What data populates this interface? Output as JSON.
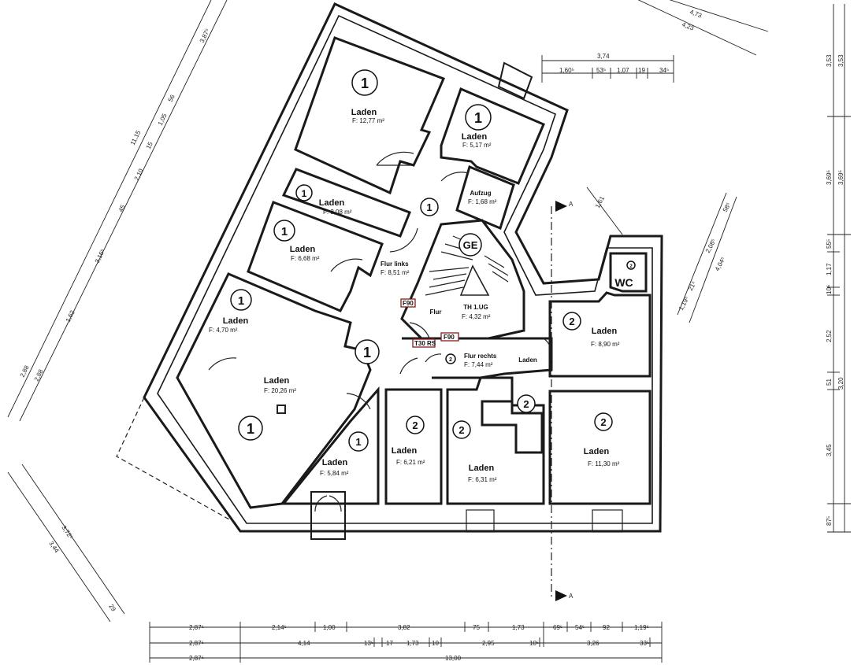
{
  "rooms": [
    {
      "name": "Laden",
      "area": "F:  12,77 m²",
      "unit": "1"
    },
    {
      "name": "Laden",
      "area": "F:          5,17 m²",
      "unit": "1"
    },
    {
      "name": "Laden",
      "area": "F:  3,08 m²",
      "unit": "1"
    },
    {
      "name": "Aufzug",
      "area": "F: 1,68 m²",
      "unit": ""
    },
    {
      "name": "Laden",
      "area": "F:  6,68 m²",
      "unit": "1"
    },
    {
      "name": "Flur links",
      "area": "F: 8,51 m²",
      "unit": "1"
    },
    {
      "name": "Laden",
      "area": "F:          4,70 m²",
      "unit": "1"
    },
    {
      "name": "Flur",
      "area": "",
      "unit": ""
    },
    {
      "name": "TH 1.UG",
      "area": "F: 4,32 m²",
      "unit": "GE"
    },
    {
      "name": "Laden",
      "area": "F:  8,90 m²",
      "unit": "2"
    },
    {
      "name": "WC",
      "area": "",
      "unit": ""
    },
    {
      "name": "Laden",
      "area": "F:          20,26 m²",
      "unit": "1"
    },
    {
      "name": "Flur rechts",
      "area": "F:  7,44 m²",
      "unit": "2"
    },
    {
      "name": "Laden",
      "area": "",
      "unit": "2"
    },
    {
      "name": "Laden",
      "area": "F:  6,21 m²",
      "unit": "2"
    },
    {
      "name": "Laden",
      "area": "F:          6,31 m²",
      "unit": "2"
    },
    {
      "name": "Laden",
      "area": "F: 11,30 m²",
      "unit": "2"
    },
    {
      "name": "Laden",
      "area": "F:  5,84 m²",
      "unit": "1"
    }
  ],
  "labels": {
    "num1": "1",
    "num2": "2",
    "ge": "GE",
    "wc": "WC",
    "wc_small": "2",
    "flur_rechts_small": "2",
    "section_a": "A"
  },
  "fire_doors": [
    "F90",
    "T30 RS",
    "F90"
  ],
  "dims_bottom_row1": [
    "2,87⁵",
    "2,14⁵",
    "1,00",
    "3,82",
    "75",
    "1,73",
    "69⁵",
    "54⁵",
    "92",
    "1,19⁵"
  ],
  "dims_bottom_row2": [
    "2,87⁵",
    "4,14",
    "13⁵",
    "17",
    "1,73",
    "10",
    "2,95",
    "10⁵",
    "3,26",
    "33⁵"
  ],
  "dims_bottom_row3": [
    "2,87⁵",
    "13,00"
  ],
  "dims_top": [
    "3,74",
    "1,60⁵",
    "53⁵",
    "1,07",
    "19",
    "34⁵"
  ],
  "dims_top_right": [
    "4,73",
    "4,23"
  ],
  "dims_right": [
    "3,53",
    "3,53",
    "3,69⁵",
    "3,69⁵",
    "55⁵",
    "1,17",
    "10⁵",
    "2,52",
    "51",
    "3,20",
    "3,45",
    "87⁵"
  ],
  "dims_left_upper": [
    "3,87⁵",
    "56",
    "1,05",
    "15",
    "2,10",
    "45",
    "3,16⁵",
    "1,62",
    "11,15"
  ],
  "dims_left_lower": [
    "2,88",
    "2,88"
  ],
  "dims_left_bottom": [
    "3,72⁵",
    "3,44",
    "29"
  ],
  "dims_right_mid": [
    "1,61",
    "58⁵",
    "2,08⁵",
    "4,04⁵",
    "21⁵",
    "1,19⁵"
  ]
}
